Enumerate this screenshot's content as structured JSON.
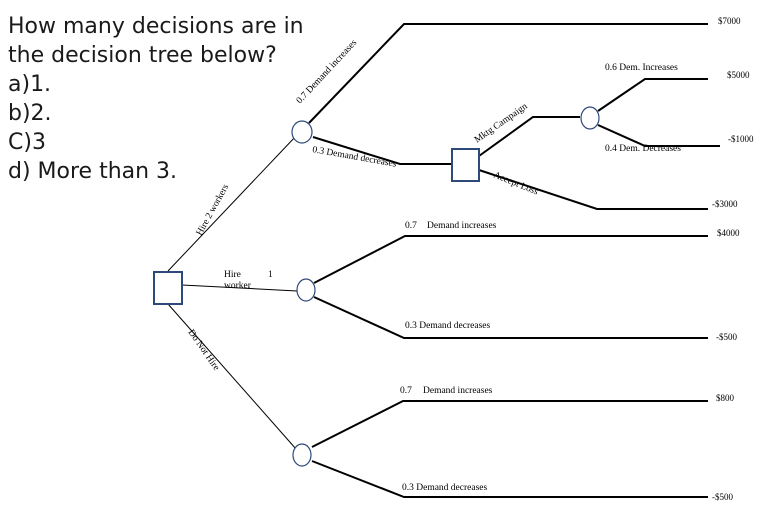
{
  "question": {
    "prompt_line1": "How many decisions are in",
    "prompt_line2": "the decision tree below?",
    "options": [
      "a)1.",
      "b)2.",
      "C)3",
      "d) More than 3."
    ]
  },
  "tree": {
    "branches": {
      "hire2": "Hire 2 workers",
      "hire1_a": "Hire",
      "hire1_b": "1",
      "hire1_c": "worker",
      "donot": "Do Not Hire",
      "a_up": "0.7   Demand increases",
      "a_down": "0.3 Demand decreases",
      "mktg": "Mktg Campaign",
      "accept": "Accept Loss",
      "c_up": "0.6 Dem. Increases",
      "c_down": "0.4 Dem. Decreases",
      "b_up_p": "0.7",
      "b_up": "Demand increases",
      "b_down": "0.3 Demand decreases",
      "d_up_p": "0.7",
      "d_up": "Demand increases",
      "d_down": "0.3 Demand decreases"
    },
    "payoffs": [
      "$7000",
      "$5000",
      "-$1000",
      "-$3000",
      "$4000",
      "-$500",
      "$800",
      "-$500"
    ]
  }
}
